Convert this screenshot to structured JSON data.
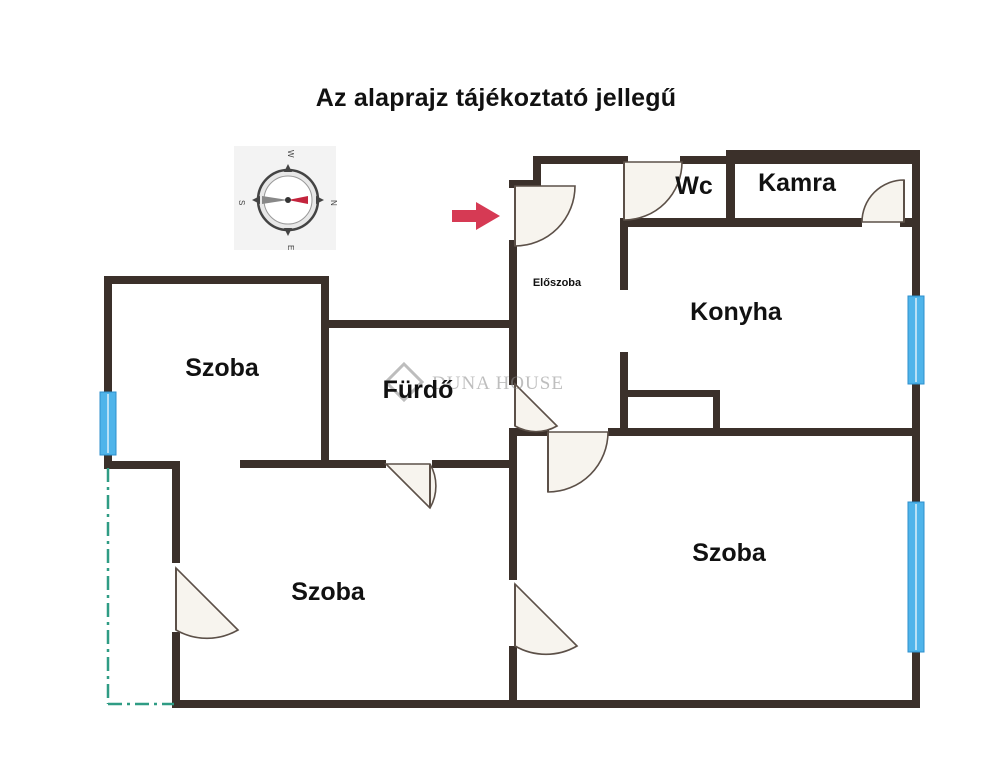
{
  "title": "Az alaprajz tájékoztató jellegű",
  "rooms": {
    "szoba_left_top": "Szoba",
    "furdo": "Fürdő",
    "szoba_left_bottom": "Szoba",
    "eloszoba": "Előszoba",
    "wc": "Wc",
    "kamra": "Kamra",
    "konyha": "Konyha",
    "szoba_right": "Szoba"
  },
  "compass": {
    "n": "N",
    "s": "S",
    "e": "E",
    "w": "W"
  },
  "watermark": "DUNA HOUSE",
  "colors": {
    "wall": "#3b302a",
    "window": "#4fb4ea",
    "entrance_arrow": "#d63a54",
    "balcony_dash": "#2f9c84"
  },
  "icons": {
    "entrance": "entrance-arrow-icon",
    "compass": "compass-icon"
  }
}
